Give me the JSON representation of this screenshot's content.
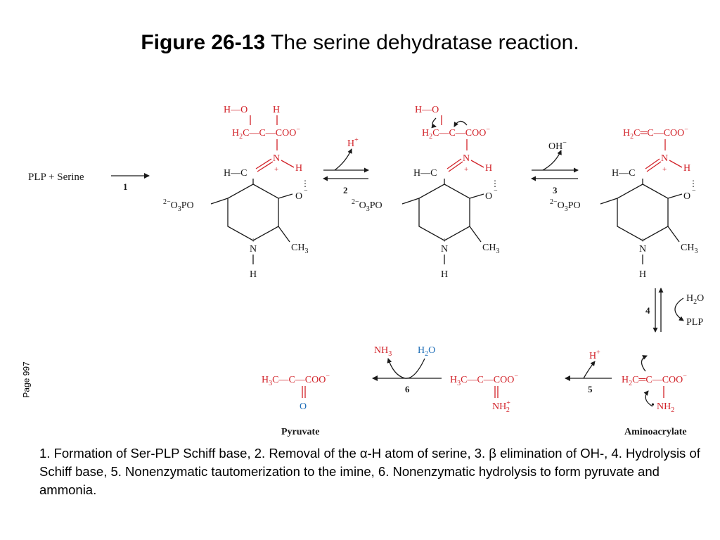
{
  "title": {
    "bold": "Figure 26-13",
    "rest": "The serine dehydratase reaction."
  },
  "side_note": "Page 997",
  "scheme": {
    "start_label": "PLP + Serine",
    "steps": [
      "1",
      "2",
      "3",
      "4",
      "5",
      "6"
    ],
    "step2_product": "H+",
    "step3_product": "OH−",
    "step4_in": "H2O",
    "step4_out": "PLP",
    "step5_reagent": "H+",
    "step6_out": "NH3",
    "step6_in": "H2O",
    "pyruvate_label": "Pyruvate",
    "aminoacrylate_label": "Aminoacrylate"
  },
  "caption": "1. Formation of Ser-PLP Schiff base, 2. Removal of the α-H atom of serine, 3. β elimination of OH-, 4. Hydrolysis of Schiff base, 5. Nonenzymatic tautomerization to the imine, 6. Nonenzymatic hydrolysis to form pyruvate and ammonia.",
  "colors": {
    "substrate": "#d2232a",
    "water": "#1f6eb8",
    "text": "#1a1a1a"
  }
}
